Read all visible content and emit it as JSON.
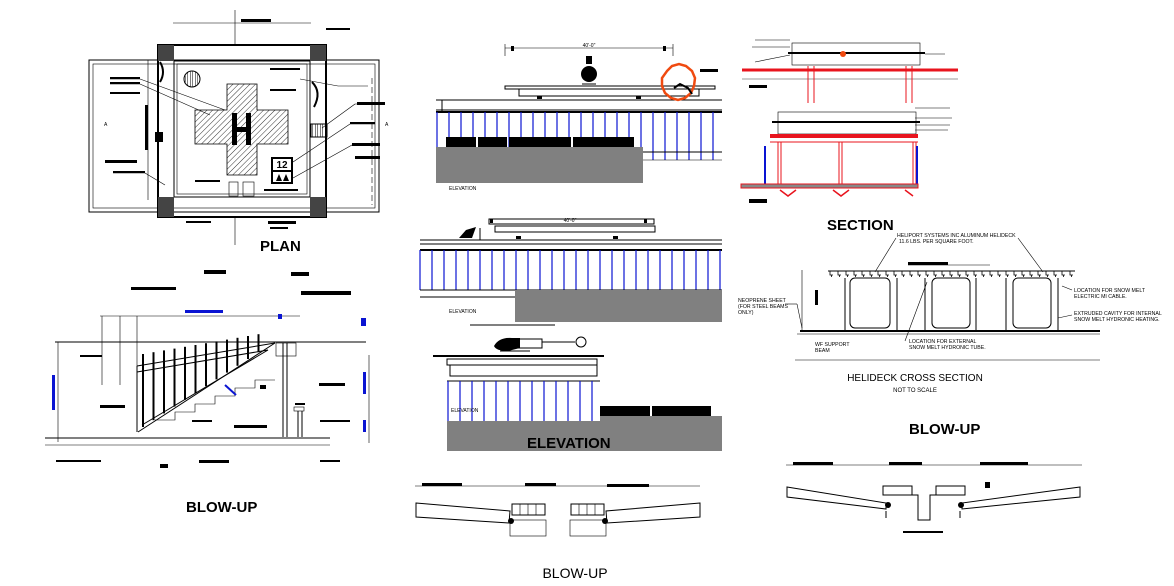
{
  "drawing": {
    "colors": {
      "line": "#000000",
      "red": "#e8141e",
      "blue": "#0a14d2",
      "ground_fill": "#808080",
      "highlight_circle": "#f04a10"
    },
    "plan": {
      "title": "PLAN",
      "section_marker_left": "A",
      "section_marker_right": "A",
      "sign_number": "12"
    },
    "elevation_top": {
      "caption": "ELEVATION",
      "dimension": "40'-0\""
    },
    "elevation_middle": {
      "caption": "ELEVATION",
      "dimension": "40'-0\""
    },
    "elevation_bottom": {
      "caption_small": "ELEVATION",
      "title": "ELEVATION"
    },
    "section": {
      "title": "SECTION"
    },
    "helideck_cross_section": {
      "title": "HELIDECK CROSS SECTION",
      "subtitle": "NOT TO SCALE",
      "notes": {
        "deck_line1": "HELIPORT SYSTEMS INC ALUMINUM HELIDECK",
        "deck_line2": "11.6 LBS. PER SQUARE FOOT.",
        "electric_line1": "LOCATION FOR SNOW MELT",
        "electric_line2": "ELECTRIC MI CABLE.",
        "cavity_line1": "EXTRUDED CAVITY FOR INTERNAL",
        "cavity_line2": "SNOW MELT HYDRONIC HEATING.",
        "external_line1": "LOCATION FOR EXTERNAL",
        "external_line2": "SNOW MELT HYDRONIC TUBE.",
        "neoprene_line1": "NEOPRENE SHEET",
        "neoprene_line2": "(FOR STEEL BEAMS",
        "neoprene_line3": "ONLY)",
        "beam_line1": "WF SUPPORT",
        "beam_line2": "BEAM"
      }
    },
    "blowup_stair": {
      "title": "BLOW-UP"
    },
    "blowup_right": {
      "title": "BLOW-UP"
    },
    "blowup_bottom": {
      "title": "BLOW-UP"
    }
  }
}
